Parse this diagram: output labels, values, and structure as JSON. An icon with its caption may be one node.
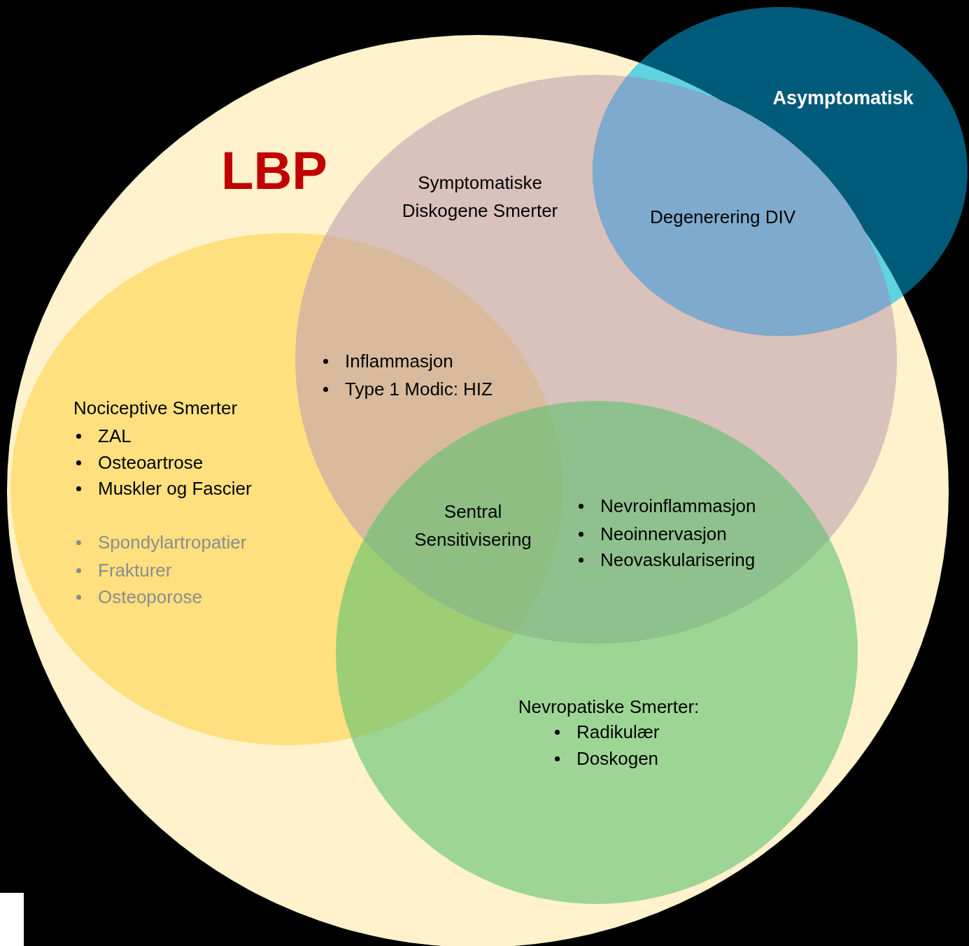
{
  "diagram": {
    "nodes": [
      {
        "text": [
          "LBP"
        ]
      },
      {
        "text": [
          "Nociceptive Smerter",
          "ZAL",
          "Osteoartrose",
          "Muskler og Fascier",
          "Spondylartropatier",
          "Frakturer",
          "Osteoporose"
        ],
        "in": 0
      },
      {
        "text": [
          "Symptomatiske Diskogene Smerter"
        ],
        "in": 0
      },
      {
        "text": [
          "Nevropatiske Smerter:",
          "Radikulær",
          "Doskogen"
        ],
        "in": 0
      },
      {
        "text": [
          "Asymptomatisk"
        ]
      },
      {
        "text": [],
        "shape": "box"
      }
    ],
    "edges": [],
    "labels": [
      "Inflammasjon",
      "Type 1 Modic: HIZ",
      "Sentral Sensitivisering",
      "Nevroinflammasjon",
      "Neoinnervasjon",
      "Neovaskularisering",
      "Degenerering DIV"
    ]
  }
}
